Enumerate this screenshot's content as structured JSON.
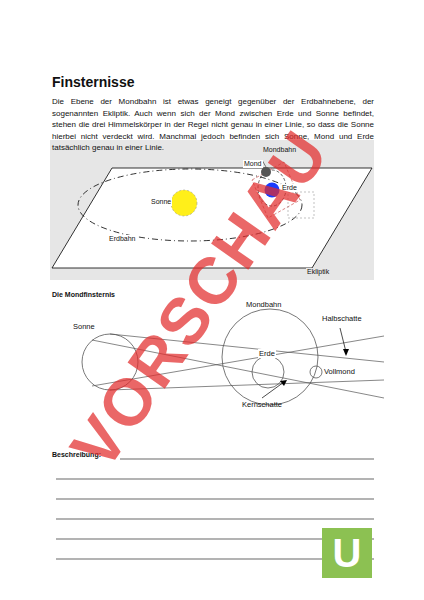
{
  "diagram": {
    "title": "Finsternisse",
    "labels": [
      "Die Ebene der Mondbahn ist etwas geneigt gegenüber der Erdbahnebene, der sogenannten Ekliptik. Auch wenn sich der Mond zwischen Erde und Sonne befindet, stehen die drei Himmelskörper in der Regel nicht genau in einer Linie, so dass die Sonne hierbei nicht verdeckt wird. Manchmal jedoch befinden sich Sonne, Mond und Erde tatsächlich genau in einer Linie.",
      "Mondbahn",
      "Mond",
      "Erde",
      "Sonne",
      "Erdbahn",
      "Ekliptik",
      "Die Mondfinsternis",
      "Mondbahn",
      "Halbschatte",
      "Sonne",
      "Erde",
      "Vollmond",
      "Kernschatte",
      "Beschreibung:",
      "VORSCHAU",
      "U"
    ]
  }
}
